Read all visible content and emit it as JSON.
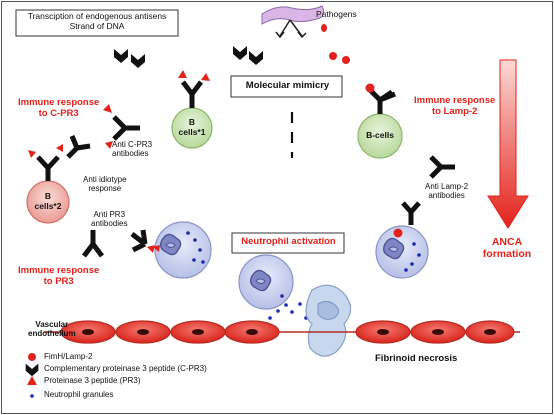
{
  "top_box": {
    "line1": "Transciption of endogenous antisens",
    "line2": "Strand of DNA"
  },
  "pathogens_label": "Pathogens",
  "molecular_mimicry": "Molecular mimicry",
  "neutrophil_activation": "Neutrophil activation",
  "immune_cpr3": {
    "line1": "Immune response",
    "line2": "to C-PR3"
  },
  "immune_lamp2": {
    "line1": "Immune response",
    "line2": "to Lamp-2"
  },
  "immune_pr3": {
    "line1": "Immune response",
    "line2": "to PR3"
  },
  "anti_cpr3": {
    "line1": "Anti C-PR3",
    "line2": "antibodies"
  },
  "anti_idiotype": {
    "line1": "Anti idiotype",
    "line2": "response"
  },
  "anti_pr3": {
    "line1": "Anti PR3",
    "line2": "antibodies"
  },
  "anti_lamp2": {
    "line1": "Anti Lamp-2",
    "line2": "antibodies"
  },
  "bcell1": {
    "line1": "B",
    "line2": "cells*1"
  },
  "bcell2": {
    "line1": "B",
    "line2": "cells*2"
  },
  "bcell3": "B-cells",
  "anca": {
    "line1": "ANCA",
    "line2": "formation"
  },
  "vascular": {
    "line1": "Vascular",
    "line2": "endothelium"
  },
  "fibrinoid": "Fibrinoid necrosis",
  "legend": [
    {
      "icon": "red-dot-icon",
      "label": "FimH/Lamp-2"
    },
    {
      "icon": "black-chevron-icon",
      "label": "Complementary proteinase 3 peptide (C-PR3)"
    },
    {
      "icon": "red-triangle-icon",
      "label": "Proteinase 3 peptide (PR3)"
    },
    {
      "icon": "blue-dot-icon",
      "label": "Neutrophil granules"
    }
  ],
  "colors": {
    "red": "#e3221b",
    "bcell_green": "#cfe6b8",
    "bcell_pink": "#f2b8b2",
    "neutrophil": "#c9cfee",
    "endothelium": "#e8302a",
    "pathogen": "#d9b6e6"
  }
}
